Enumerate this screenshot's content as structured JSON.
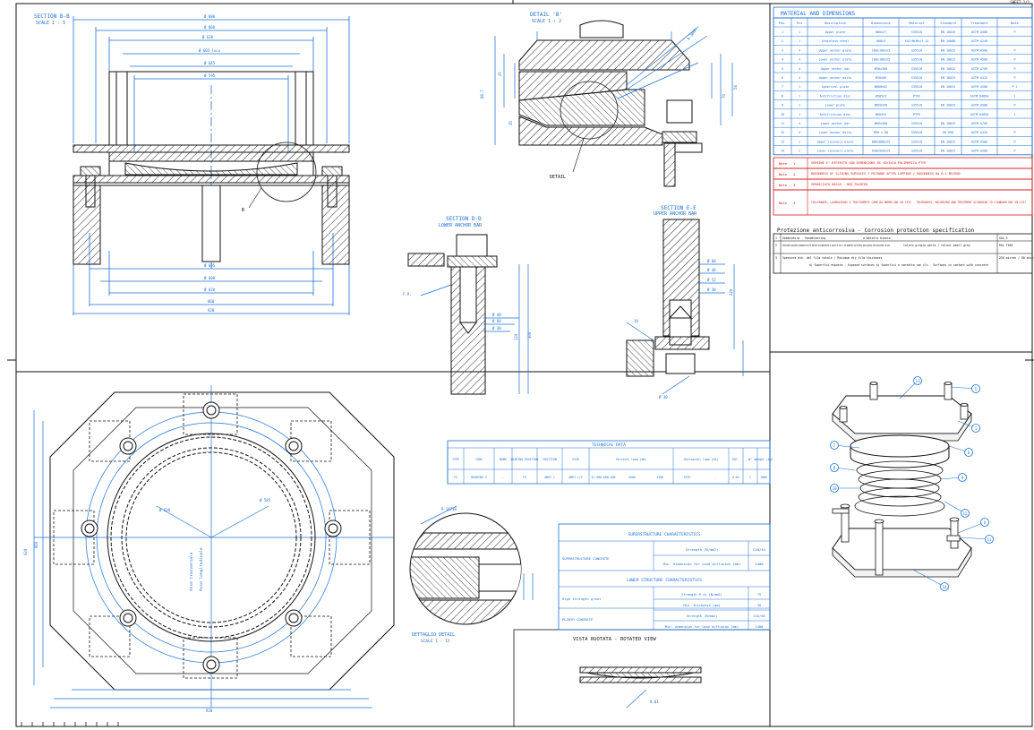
{
  "sections": {
    "bb_title": "SECTION B-B",
    "bb_scale": "SCALE 1 : 5",
    "detail_title": "DETAIL 'B'",
    "detail_scale": "SCALE 1 : 2",
    "dd_title": "SECTION D-D",
    "dd_sub": "LOWER ANCHOR BAR",
    "ee_title": "SECTION E-E",
    "ee_sub": "UPPER ANCHOR BAR",
    "dettaglio": "DETTAGLIO DETAIL",
    "dettaglio_scale": "SCALE 1 : 15",
    "rotated_view": "VISTA RUOTATA - ROTATED VIEW",
    "detail_label": "DETAIL",
    "b_label": "B"
  },
  "plan_labels": {
    "dim_620": "Ø 620",
    "dim_585": "Ø 585",
    "dim_bottom": "920",
    "axis_trans": "Asse trasversale",
    "axis_long": "Asse longitudinale"
  },
  "materials": {
    "title": "MATERIAL AND DIMENSIONS",
    "headers": [
      "Pos.",
      "Pcs",
      "Description",
      "Dimensions",
      "Material",
      "Standard",
      "Treatment",
      "Note"
    ],
    "rows": [
      [
        "1",
        "1",
        "Upper plate",
        "880x27",
        "S355J0",
        "EN 10025",
        "ASTM A588",
        "P"
      ],
      [
        "2",
        "1",
        "Stainless steel",
        "608x3",
        "X5CrNiMo17-12",
        "EN 10088",
        "ASTM A240",
        ""
      ],
      [
        "3",
        "4",
        "Upper anchor plate",
        "180x180x25",
        "S355J0",
        "EN 10025",
        "ASTM A588",
        "P"
      ],
      [
        "4",
        "4",
        "Lower anchor plate",
        "180x180x25",
        "S355J0",
        "EN 10025",
        "ASTM A588",
        "P"
      ],
      [
        "5",
        "4",
        "Upper anchor bar",
        "M30x300",
        "S355J0",
        "EN 10025",
        "ASTM A709",
        "P"
      ],
      [
        "6",
        "4",
        "Upper anchor bolts",
        "M30x80",
        "S355J0",
        "EN 10025",
        "ASTM A325",
        "P"
      ],
      [
        "7",
        "1",
        "Spherical plate",
        "Ø600x62",
        "S355J0",
        "EN 10025",
        "ASTM A588",
        "P 2"
      ],
      [
        "8",
        "1",
        "Antifriction disc",
        "Ø585x5",
        "PTFE",
        "-",
        "ASTM D4894",
        "1"
      ],
      [
        "9",
        "1",
        "Lower plate",
        "Ø850x90",
        "S355J0",
        "EN 10025",
        "ASTM A588",
        "P"
      ],
      [
        "10",
        "1",
        "Antifriction disc",
        "Ø603x5",
        "PTFE",
        "-",
        "ASTM D4894",
        "1"
      ],
      [
        "11",
        "4",
        "Lower anchor bar",
        "Ø60x300",
        "S355J0",
        "EN 10025",
        "ASTM A709",
        ""
      ],
      [
        "12",
        "4",
        "Lower anchor bolts",
        "M30 x 80",
        "S355J0",
        "EN 898",
        "ASTM A325",
        "P"
      ],
      [
        "13",
        "1",
        "Upper recovery plate",
        "880x880x25",
        "S355J0",
        "EN 10025",
        "ASTM A588",
        "P"
      ],
      [
        "14",
        "1",
        "Lower recovery plate",
        "920x920x25",
        "S355J0",
        "EN 10025",
        "ASTM A588",
        "P"
      ]
    ]
  },
  "notes": [
    {
      "label": "Note - 1",
      "text": "VERSINE E' RIFERITO CON DIMENSIONI DI 45X3X10 POLIMERICO PTFE"
    },
    {
      "label": "Note - 2",
      "text": "ROUGHNESS OF SLIDING SURFACES 2 MICRONS AFTER LAPPING / ROUGHNESS Ra 0.1 MICRON"
    },
    {
      "label": "Note - 3",
      "text": "VERNICIATO ROSSO - RED PAINTED"
    },
    {
      "label": "Note - 4",
      "text": "TOLLERANZE, LAVORAZIONI E TRATTAMENTI COME DA NORMA UNI EN 1337 - TOLERANCES, MACHINING AND TREATMENT ACCORDING TO STANDARD UNI EN 1337"
    }
  ],
  "protection": {
    "title": "Protezione anticorrosiva - Corrosion protection specification",
    "rows": [
      [
        "1",
        "Sabbiatura - Sandblasting",
        "a metallo bianco",
        "SA2.5"
      ],
      [
        "2",
        "Rivestimento epossidico bicomponente ad alto spessore con pigmentazione di polvere di zinco / two components high building epoxy painting with polyurethane top coat",
        "Colore grigio perla / Colour pearl grey",
        "RAL 7035"
      ],
      [
        "3",
        "Spessore min. del film totale / Minimum dry film thickness",
        "a) Superfici esposte - Exposed surfaces  b) Superfici a contatto con cls - Surfaces in contact with concrete",
        "250 micron / 80 micron"
      ]
    ]
  },
  "technical_data": {
    "title": "TECHNICAL DATA",
    "headers": [
      "TYPE",
      "CODE",
      "NAME",
      "BEARING POSITION",
      "POSITION",
      "SIZE",
      "Vertical load (kN)",
      "Horizontal load (kN)",
      "ROT.",
      "N°",
      "Weight (kg)"
    ],
    "values": [
      "FS",
      "BEARING 4",
      "-",
      "FX",
      "ABUT.1",
      "ABUT.1/2",
      "SL 600-600-300",
      "4500",
      "1350",
      "3375",
      "-",
      "0.01",
      "1",
      "1000"
    ]
  },
  "superstructure": {
    "title": "SUPERSTRUCTURE CHARACTERISTICS",
    "concrete_label": "SUPERSTRUCTURE CONCRETE",
    "rows": [
      [
        "Strength (N/mm2)",
        "C40/45"
      ],
      [
        "Min. dimension for load diffusion (mm)",
        "1400"
      ]
    ]
  },
  "lower_structure": {
    "title": "LOWER STRUCTURE CHARACTERISTICS",
    "grout_label": "High strength grout",
    "plinth_label": "PLINTH CONCRETE",
    "rows": [
      [
        "Strength R ck (N/mm2)",
        "75"
      ],
      [
        "Min. thickness (mm)",
        "30"
      ],
      [
        "Strength (N/mm2)",
        "C32/40"
      ],
      [
        "Min. dimension for load diffusion (mm)",
        "1400"
      ]
    ]
  },
  "iso_labels": [
    "13",
    "5",
    "1",
    "6",
    "7",
    "8",
    "10",
    "9",
    "12",
    "4",
    "11",
    "14"
  ],
  "corner_text": "SHEET 1/1",
  "colors": {
    "line": "#1a6fd6",
    "ink": "#111111",
    "red": "#d21a1a"
  }
}
